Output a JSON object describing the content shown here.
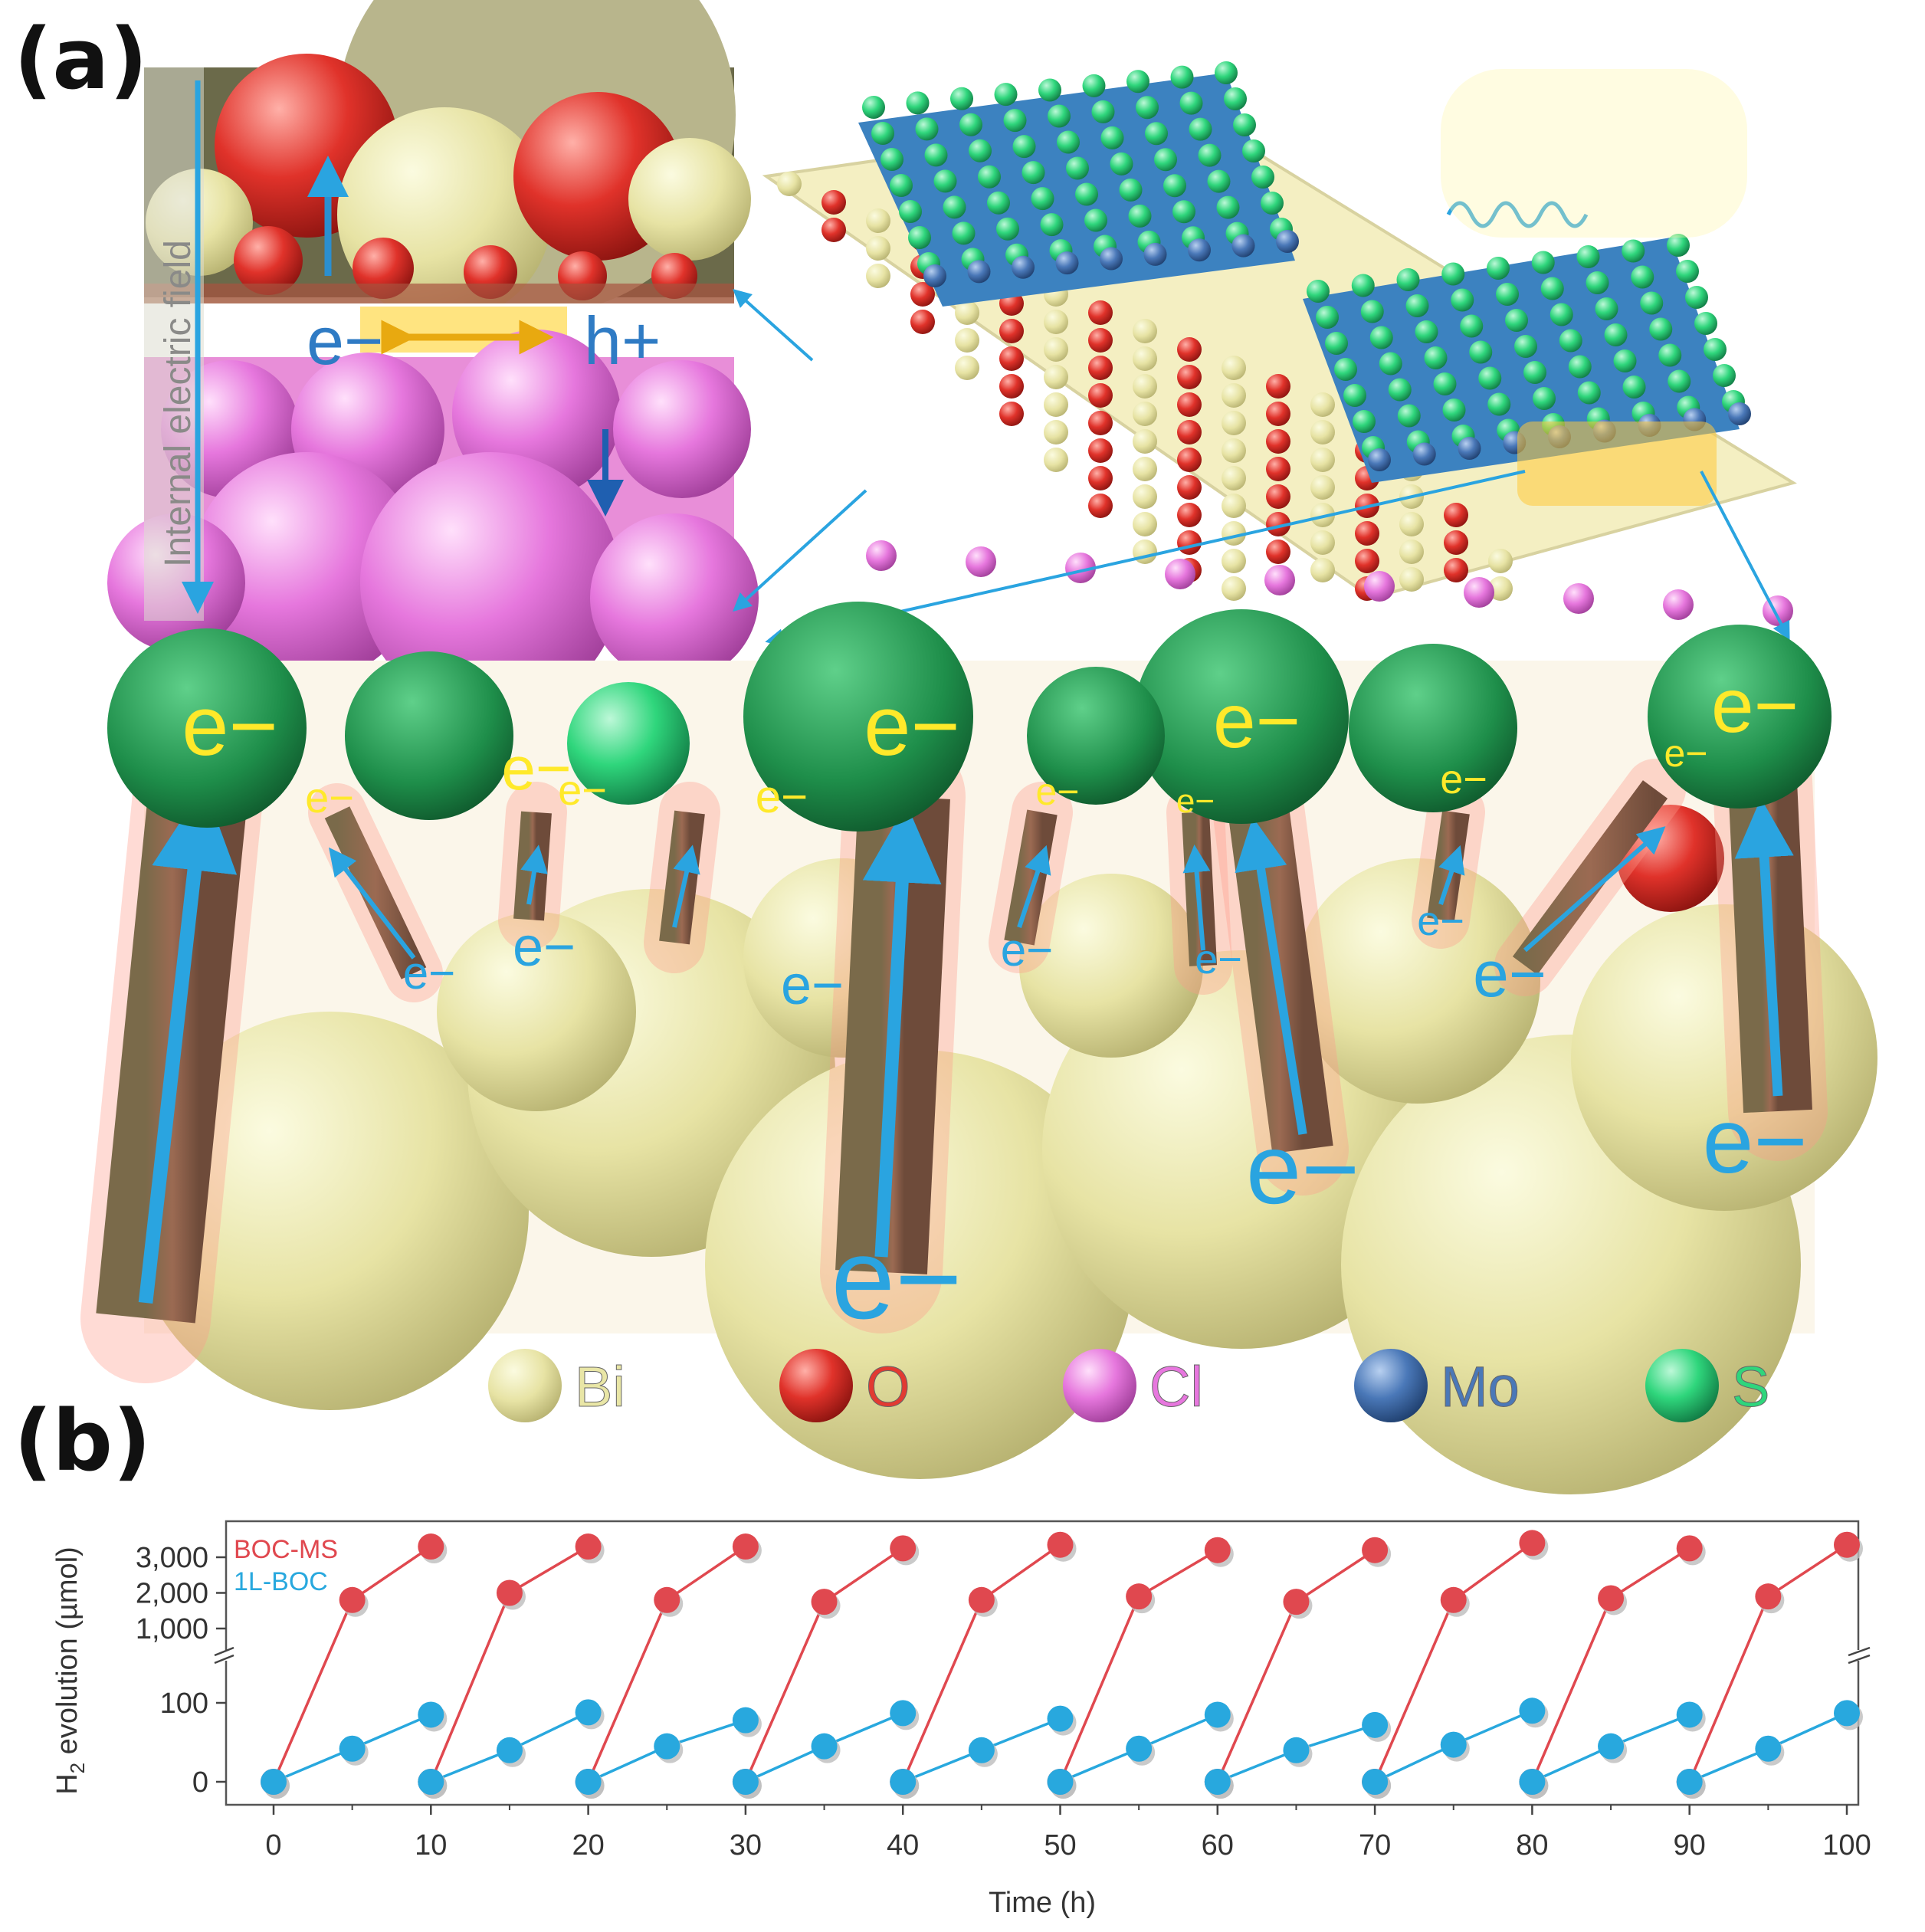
{
  "panel_a": {
    "label": "(a)",
    "inset": {
      "field_label": "Internal electric field",
      "electron": "e−",
      "hole": "h+"
    },
    "electron_label": "e−",
    "legend": [
      {
        "symbol": "Bi",
        "color": "#e9e6a6"
      },
      {
        "symbol": "O",
        "color": "#e23a32"
      },
      {
        "symbol": "Cl",
        "color": "#e777de"
      },
      {
        "symbol": "Mo",
        "color": "#4a78b8"
      },
      {
        "symbol": "S",
        "color": "#2fd67c"
      }
    ]
  },
  "panel_b": {
    "label": "(b)"
  },
  "chart_data": {
    "type": "line",
    "xlabel": "Time (h)",
    "ylabel": "H2 evolution (µmol)",
    "xlim": [
      0,
      100
    ],
    "x_ticks": [
      0,
      10,
      20,
      30,
      40,
      50,
      60,
      70,
      80,
      90,
      100
    ],
    "y_ticks_lower": [
      0,
      100
    ],
    "y_ticks_upper": [
      "1,000",
      "2,000",
      "3,000"
    ],
    "broken_y_axis": true,
    "legend_position": "top-left",
    "series": [
      {
        "name": "BOC-MS",
        "color": "#e0484f",
        "points": [
          [
            0,
            0
          ],
          [
            5,
            1800
          ],
          [
            10,
            3300
          ],
          [
            10,
            0
          ],
          [
            15,
            2000
          ],
          [
            20,
            3300
          ],
          [
            20,
            0
          ],
          [
            25,
            1800
          ],
          [
            30,
            3300
          ],
          [
            30,
            0
          ],
          [
            35,
            1750
          ],
          [
            40,
            3250
          ],
          [
            40,
            0
          ],
          [
            45,
            1800
          ],
          [
            50,
            3350
          ],
          [
            50,
            0
          ],
          [
            55,
            1900
          ],
          [
            60,
            3200
          ],
          [
            60,
            0
          ],
          [
            65,
            1750
          ],
          [
            70,
            3200
          ],
          [
            70,
            0
          ],
          [
            75,
            1800
          ],
          [
            80,
            3400
          ],
          [
            80,
            0
          ],
          [
            85,
            1850
          ],
          [
            90,
            3250
          ],
          [
            90,
            0
          ],
          [
            95,
            1900
          ],
          [
            100,
            3350
          ]
        ]
      },
      {
        "name": "1L-BOC",
        "color": "#28a8de",
        "points": [
          [
            0,
            0
          ],
          [
            5,
            42
          ],
          [
            10,
            85
          ],
          [
            10,
            0
          ],
          [
            15,
            40
          ],
          [
            20,
            88
          ],
          [
            20,
            0
          ],
          [
            25,
            45
          ],
          [
            30,
            78
          ],
          [
            30,
            0
          ],
          [
            35,
            45
          ],
          [
            40,
            87
          ],
          [
            40,
            0
          ],
          [
            45,
            40
          ],
          [
            50,
            80
          ],
          [
            50,
            0
          ],
          [
            55,
            42
          ],
          [
            60,
            85
          ],
          [
            60,
            0
          ],
          [
            65,
            40
          ],
          [
            70,
            72
          ],
          [
            70,
            0
          ],
          [
            75,
            47
          ],
          [
            80,
            90
          ],
          [
            80,
            0
          ],
          [
            85,
            45
          ],
          [
            90,
            85
          ],
          [
            90,
            0
          ],
          [
            95,
            42
          ],
          [
            100,
            87
          ]
        ]
      }
    ]
  }
}
